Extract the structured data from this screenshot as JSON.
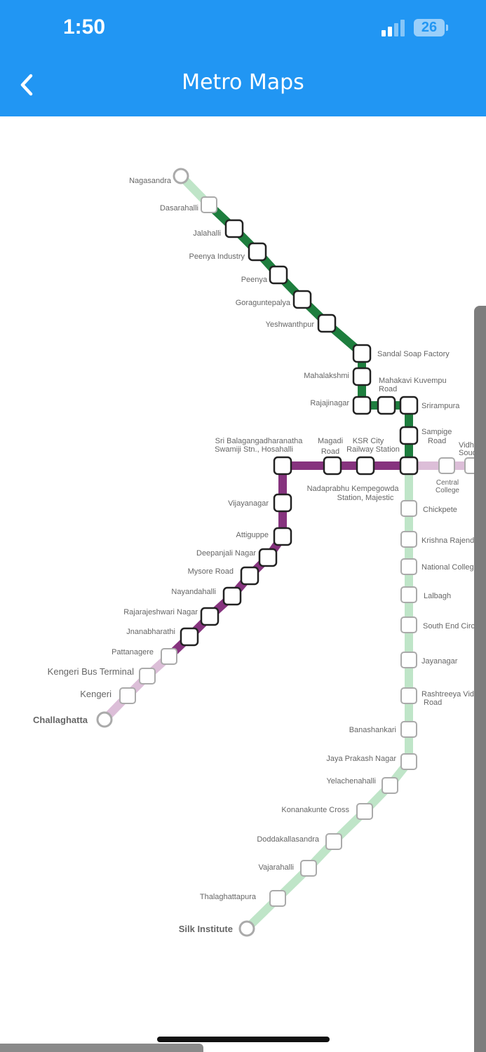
{
  "status_bar": {
    "time": "1:50",
    "battery": "26"
  },
  "header": {
    "title": "Metro Maps",
    "back_icon": "chevron-left-icon",
    "background": "#2196F3"
  },
  "map": {
    "colors": {
      "green_line": "#1e7e3e",
      "green_light": "#bfe5c8",
      "purple_line": "#86337e",
      "purple_light": "#dcbed8"
    },
    "green_line_stations": [
      "Nagasandra",
      "Dasarahalli",
      "Jalahalli",
      "Peenya Industry",
      "Peenya",
      "Goraguntepalya",
      "Yeshwanthpur",
      "Sandal Soap Factory",
      "Mahalakshmi",
      "Mahakavi Kuvempu",
      "Road",
      "Rajajinagar",
      "Srirampura",
      "Sampige",
      "Road",
      "Chickpete",
      "Krishna Rajendra M",
      "National College",
      "Lalbagh",
      "South End Circle",
      "Jayanagar",
      "Rashtreeya Vidya",
      "Road",
      "Banashankari",
      "Jaya Prakash Nagar",
      "Yelachenahalli",
      "Konanakunte Cross",
      "Doddakallasandra",
      "Vajarahalli",
      "Thalaghattapura",
      "Silk Institute"
    ],
    "purple_line_stations": [
      "Sri Balagangadharanatha",
      "Swamiji Stn., Hosahalli",
      "Magadi",
      "Road",
      "KSR City",
      "Railway Station",
      "Nadaprabhu Kempegowda",
      "Station, Majestic",
      "Central",
      "College",
      "Vidhana",
      "Soudha",
      "Vijayanagar",
      "Attiguppe",
      "Deepanjali Nagar",
      "Mysore Road",
      "Nayandahalli",
      "Rajarajeshwari Nagar",
      "Jnanabharathi",
      "Pattanagere",
      "Kengeri Bus Terminal",
      "Kengeri",
      "Challaghatta"
    ]
  }
}
